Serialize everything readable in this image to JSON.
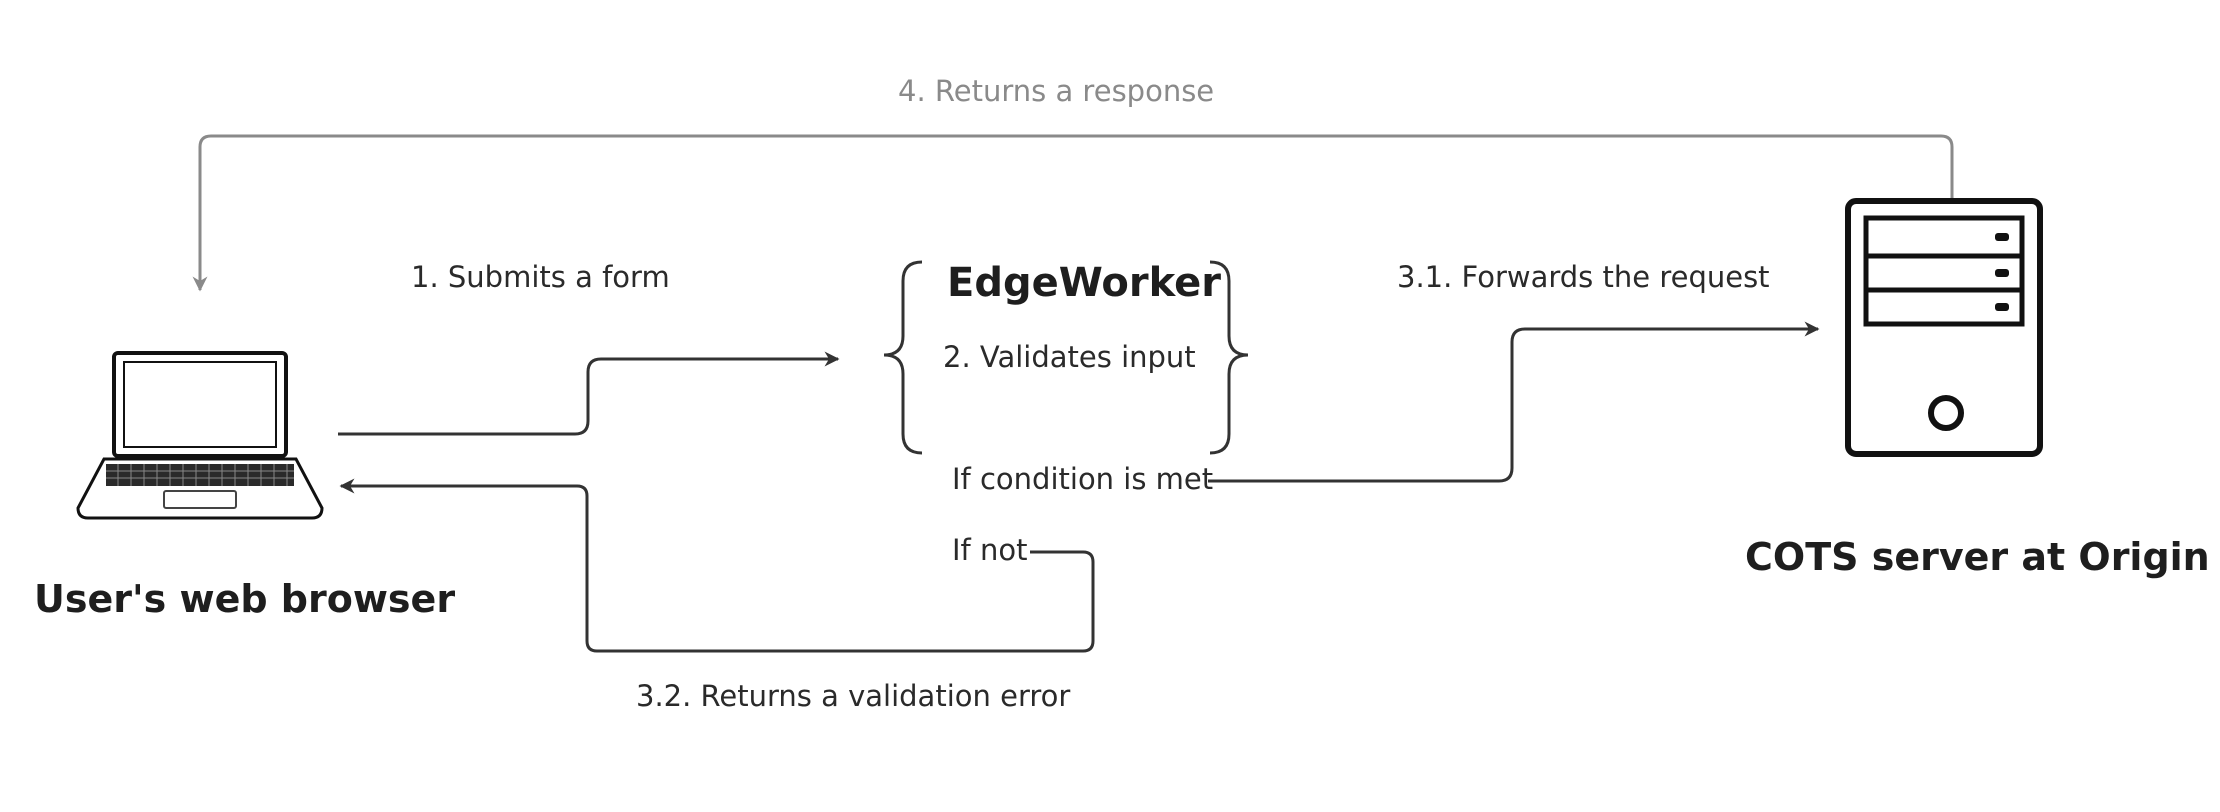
{
  "nodes": {
    "browser": {
      "label": "User's web browser"
    },
    "edgeworker": {
      "title": "EdgeWorker",
      "step": "2. Validates input"
    },
    "server": {
      "label": "COTS server at Origin"
    }
  },
  "edges": {
    "submit": "1. Submits a form",
    "forward": "3.1. Forwards the request",
    "error": "3.2. Returns a validation error",
    "response": "4. Returns a response"
  },
  "conditions": {
    "met": "If condition is met",
    "not_met": "If not"
  },
  "colors": {
    "dark_line": "#333333",
    "gray_line": "#8a8a8a",
    "text": "#222222"
  }
}
